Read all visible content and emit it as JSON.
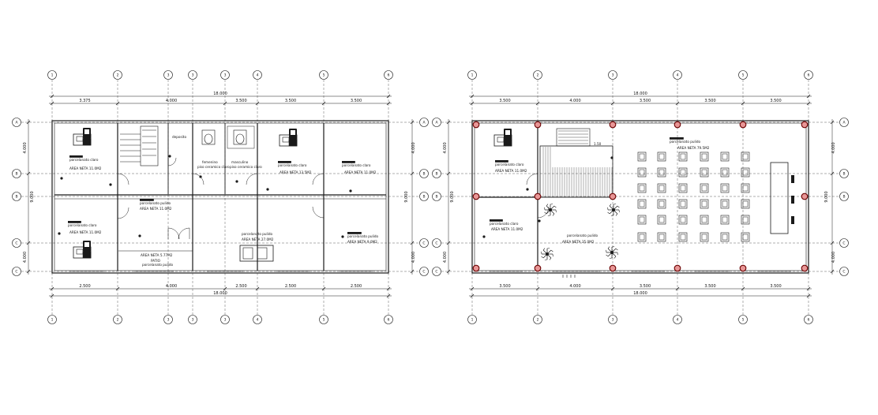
{
  "plans": [
    {
      "id": "left",
      "top_total": "18.000",
      "top_segments": [
        "3.375",
        "4.000",
        "3.500",
        "3.500",
        "3.500"
      ],
      "bottom_total": "18.000",
      "bottom_segments": [
        "2.500",
        "4.000",
        "2.500",
        "2.500",
        "2.500"
      ],
      "right_dims": [
        "4.000",
        "9.000",
        "4.000"
      ],
      "left_dims": [
        "4.000",
        "9.000",
        "4.000"
      ],
      "grid_top": [
        "1",
        "2",
        "3",
        "3",
        "3",
        "4",
        "5",
        "6"
      ],
      "grid_side": [
        "A",
        "B",
        "B",
        "C",
        "C"
      ],
      "labels": [
        {
          "t": "porcelanato claro",
          "hl": true
        },
        {
          "t": "AREA NETA 11.0M2"
        },
        {
          "t": "deposito"
        },
        {
          "t": "femenino"
        },
        {
          "t": "piso ceramico claro"
        },
        {
          "t": "masculino"
        },
        {
          "t": "piso ceramico claro"
        },
        {
          "t": "porcelanato claro",
          "hl": true
        },
        {
          "t": "AREA NETA 13.5M2"
        },
        {
          "t": "porcelanato claro",
          "hl": true
        },
        {
          "t": "AREA NETA 11.0M2"
        },
        {
          "t": "porcelanato claro",
          "hl": true
        },
        {
          "t": "AREA NETA 11.0M2"
        },
        {
          "t": "porcelanato pulido",
          "hl": true
        },
        {
          "t": "AREA NETA 11.0M2"
        },
        {
          "t": "porcelanato pulido"
        },
        {
          "t": "AREA NETA 27.0M2"
        },
        {
          "t": "porcelanato pulido",
          "hl": true
        },
        {
          "t": "AREA NETA 9.0M2"
        },
        {
          "t": "AREA NETA 5.77M2"
        },
        {
          "t": "PATIO"
        },
        {
          "t": "porcelanato pulido"
        }
      ]
    },
    {
      "id": "right",
      "top_total": "18.000",
      "top_segments": [
        "3.500",
        "4.000",
        "3.500",
        "3.500",
        "3.500"
      ],
      "bottom_total": "18.000",
      "bottom_segments": [
        "3.500",
        "4.000",
        "3.500",
        "3.500",
        "3.500"
      ],
      "right_dims": [
        "4.000",
        "9.000",
        "4.000"
      ],
      "left_dims": [
        "4.000",
        "9.000",
        "4.000"
      ],
      "grid_top": [
        "1",
        "2",
        "3",
        "4",
        "5",
        "6"
      ],
      "grid_side": [
        "A",
        "B",
        "B",
        "C",
        "C"
      ],
      "labels": [
        {
          "t": "porcelanato claro",
          "hl": true
        },
        {
          "t": "AREA NETA 11.0M2"
        },
        {
          "t": "porcelanato pulido",
          "hl": true
        },
        {
          "t": "AREA NETA 79.5M2"
        },
        {
          "t": "porcelanato claro",
          "hl": true
        },
        {
          "t": "AREA NETA 11.0M2"
        },
        {
          "t": "porcelanato pulido"
        },
        {
          "t": "AREA NETA 35.0M2"
        },
        {
          "t": "1.50"
        }
      ]
    }
  ],
  "colors": {
    "line": "#1a1a1a",
    "column_fill": "#e89696",
    "column_stroke": "#6a0000"
  }
}
